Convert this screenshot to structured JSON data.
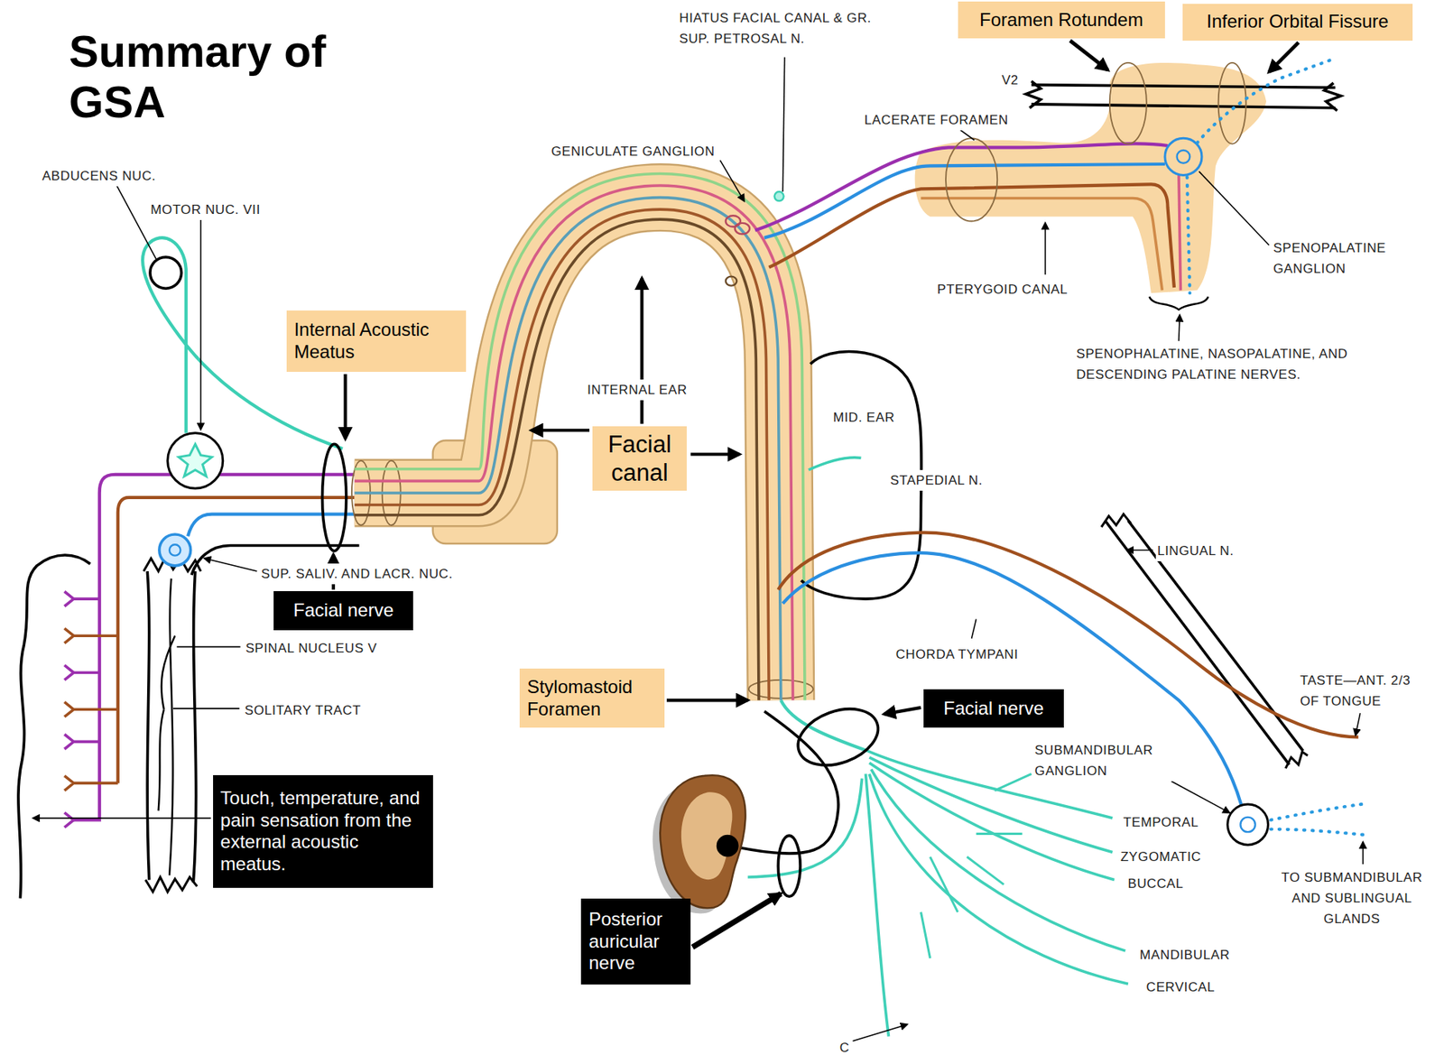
{
  "diagram": {
    "title": "Summary of GSA",
    "nodes": [
      {
        "text": [
          "Foramen Rotundem"
        ]
      },
      {
        "text": [
          "Inferior Orbital Fissure"
        ]
      },
      {
        "text": [
          "Internal Acoustic Meatus"
        ]
      },
      {
        "text": [
          "Facial canal"
        ]
      },
      {
        "text": [
          "Facial nerve"
        ]
      },
      {
        "text": [
          "Stylomastoid Foramen"
        ]
      },
      {
        "text": [
          "Facial nerve"
        ]
      },
      {
        "text": [
          "Touch, temperature, and pain sensation from the external acoustic meatus."
        ]
      },
      {
        "text": [
          "Posterior auricular nerve"
        ]
      }
    ],
    "labels": [
      "ABDUCENS NUC.",
      "MOTOR NUC. VII",
      "SUP. SALIV. AND LACR. NUC.",
      "SPINAL NUCLEUS V",
      "SOLITARY TRACT",
      "GENICULATE GANGLION",
      "HIATUS FACIAL CANAL & GR. SUP. PETROSAL N.",
      "LACERATE FORAMEN",
      "V2",
      "PTERYGOID CANAL",
      "SPENOPALATINE GANGLION",
      "SPENOPHALATINE, NASOPALATINE, AND DESCENDING PALATINE NERVES.",
      "INTERNAL EAR",
      "MID. EAR",
      "STAPEDIAL N.",
      "LINGUAL N.",
      "CHORDA TYMPANI",
      "TASTE—ANT. 2/3 OF TONGUE",
      "SUBMANDIBULAR GANGLION",
      "TEMPORAL",
      "ZYGOMATIC",
      "BUCCAL",
      "MANDIBULAR",
      "CERVICAL",
      "TO SUBMANDIBULAR AND SUBLINGUAL GLANDS",
      "C"
    ]
  }
}
